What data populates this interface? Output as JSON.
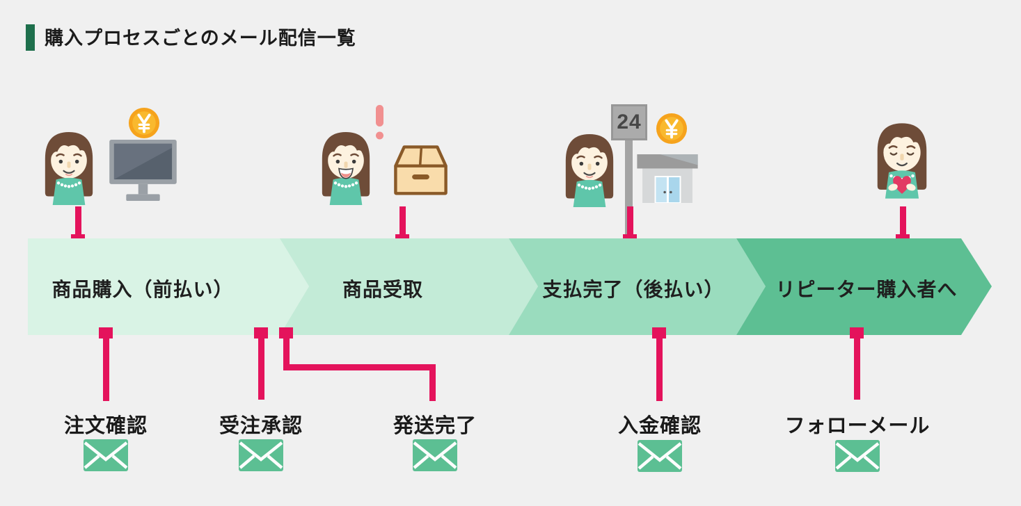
{
  "title": {
    "text": "購入プロセスごとのメール配信一覧"
  },
  "flow": {
    "stages": [
      {
        "label": "商品購入（前払い）",
        "color": "#d9f3e5"
      },
      {
        "label": "商品受取",
        "color": "#c3ebd7"
      },
      {
        "label": "支払完了（後払い）",
        "color": "#9adcbe"
      },
      {
        "label": "リピーター購入者へ",
        "color": "#5dbf93"
      }
    ]
  },
  "emails": [
    {
      "label": "注文確認",
      "icon": "envelope-icon"
    },
    {
      "label": "受注承認",
      "icon": "envelope-icon"
    },
    {
      "label": "発送完了",
      "icon": "envelope-icon"
    },
    {
      "label": "入金確認",
      "icon": "envelope-icon"
    },
    {
      "label": "フォローメール",
      "icon": "envelope-icon"
    }
  ],
  "icons": {
    "store_sign_text": "24",
    "customer": "customer-woman-icon",
    "computer": "computer-monitor-icon",
    "yen_coin": "yen-coin-icon",
    "exclamation": "exclamation-icon",
    "package": "package-box-icon",
    "store": "convenience-store-icon",
    "heart": "heart-icon",
    "envelope": "envelope-icon"
  },
  "colors": {
    "background": "#f0f0f0",
    "connector": "#e4135c",
    "envelope": "#5cbf93",
    "title-bar": "#1e6f4c",
    "stage1": "#d9f3e5",
    "stage2": "#c3ebd7",
    "stage3": "#9adcbe",
    "stage4": "#5dbf93"
  }
}
